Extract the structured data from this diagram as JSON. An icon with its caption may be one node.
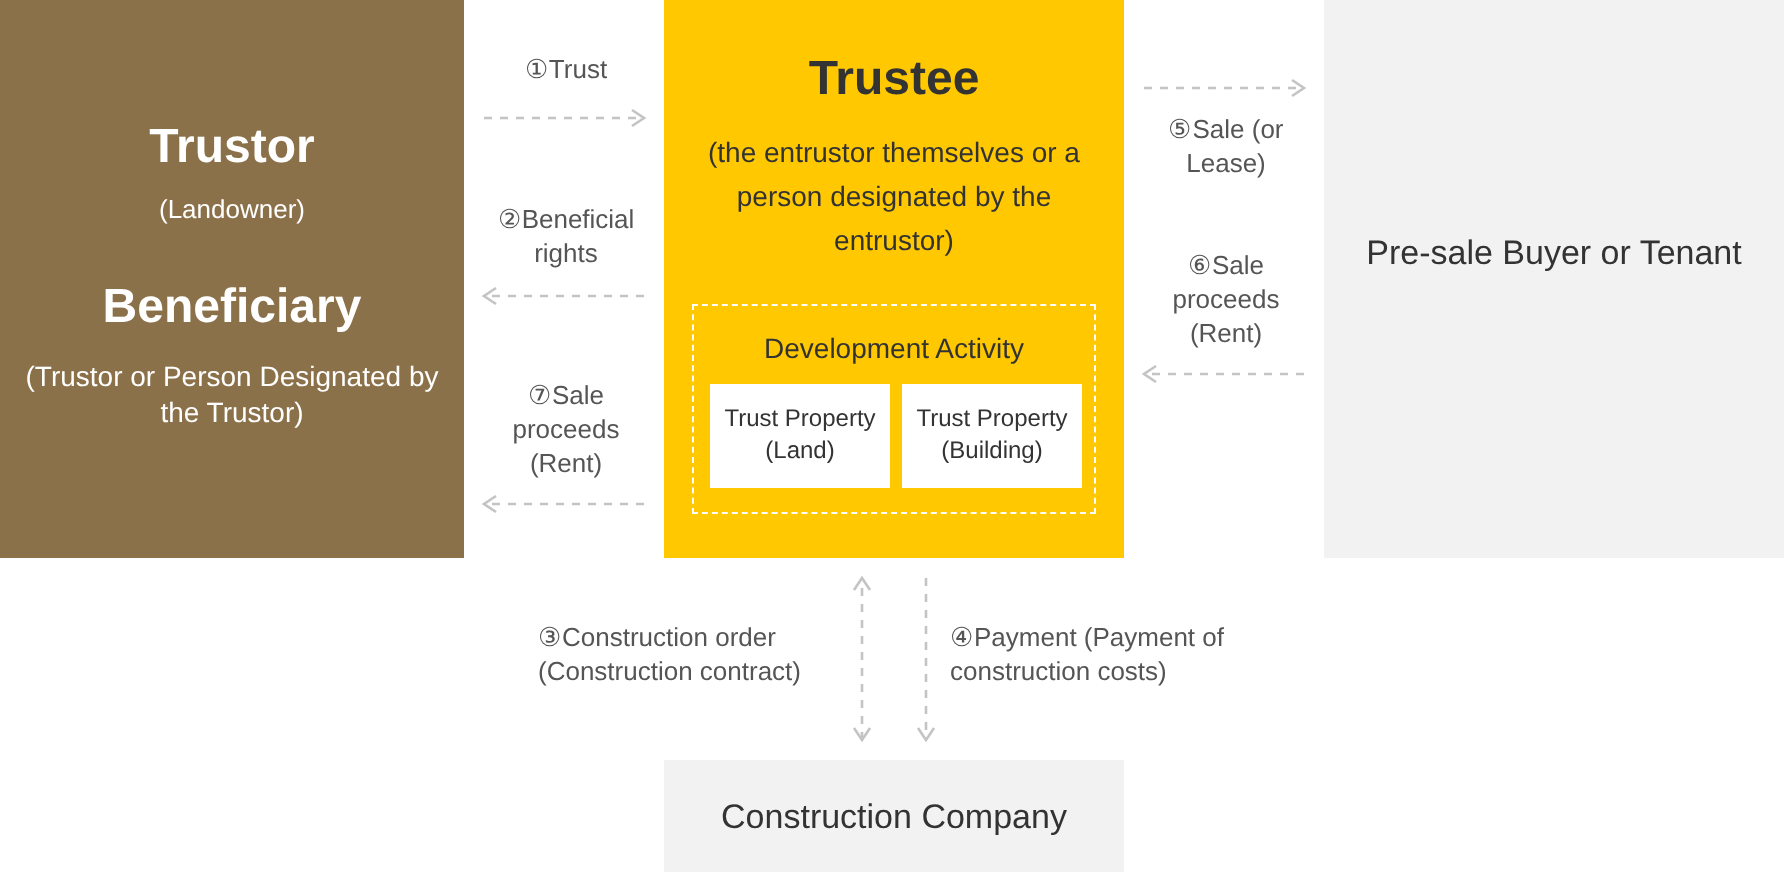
{
  "diagram": {
    "nodes": [
      {
        "text": [
          "Trustor",
          "(Landowner)",
          "Beneficiary",
          "(Trustor or Person Designated by the Trustor)"
        ]
      },
      {
        "text": [
          "Trustee",
          "(the entrustor themselves or a person designated by the entrustor)"
        ]
      },
      {
        "text": [
          "Development Activity"
        ],
        "in": 1
      },
      {
        "text": [
          "Trust Property (Land)"
        ],
        "in": 2
      },
      {
        "text": [
          "Trust Property (Building)"
        ],
        "in": 2
      },
      {
        "text": [
          "Pre-sale Buyer or Tenant"
        ]
      },
      {
        "text": [
          "Construction Company"
        ]
      }
    ],
    "edges": [
      {
        "from": 0,
        "to": 1,
        "arrow": "to",
        "label": "①Trust",
        "style": "dashed"
      },
      {
        "from": 1,
        "to": 0,
        "arrow": "to",
        "label": "②Beneficial rights",
        "style": "dashed"
      },
      {
        "from": 1,
        "to": 0,
        "arrow": "to",
        "label": "⑦Sale proceeds (Rent)",
        "style": "dashed"
      },
      {
        "from": 1,
        "to": 5,
        "arrow": "to",
        "label": "⑤Sale (or Lease)",
        "style": "dashed"
      },
      {
        "from": 5,
        "to": 1,
        "arrow": "to",
        "label": "⑥Sale proceeds (Rent)",
        "style": "dashed"
      },
      {
        "from": 6,
        "to": 1,
        "arrow": "both",
        "label": "③Construction order (Construction contract)",
        "style": "dashed"
      },
      {
        "from": 1,
        "to": 6,
        "arrow": "to",
        "label": "④Payment (Payment of construction costs)",
        "style": "dashed"
      }
    ]
  }
}
